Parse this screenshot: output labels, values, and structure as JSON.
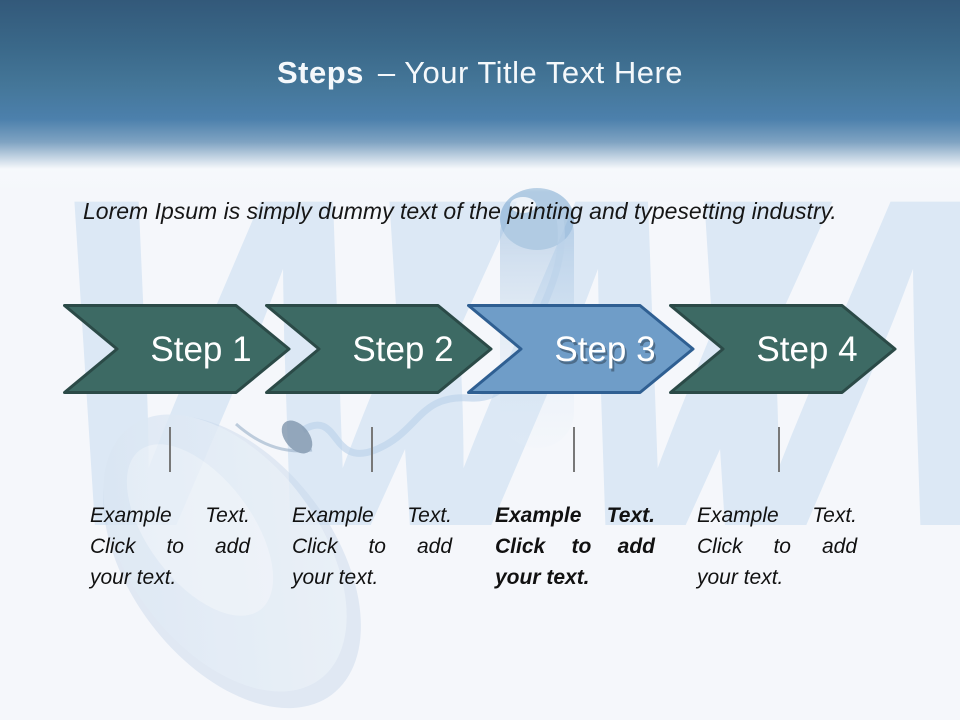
{
  "title": {
    "emphasis": "Steps",
    "rest": "– Your Title Text Here"
  },
  "intro": "Lorem Ipsum is simply dummy text of the printing and typesetting industry.",
  "watermark": {
    "letters": [
      "W",
      "W",
      "W"
    ]
  },
  "steps": [
    {
      "label": "Step 1",
      "highlighted": false,
      "desc": [
        "Example Text.",
        "Click  to add",
        "your text."
      ]
    },
    {
      "label": "Step 2",
      "highlighted": false,
      "desc": [
        "Example Text.",
        "Click  to add",
        "your text."
      ]
    },
    {
      "label": "Step 3",
      "highlighted": true,
      "desc": [
        "Example Text.",
        "Click  to add",
        "your text."
      ]
    },
    {
      "label": "Step 4",
      "highlighted": false,
      "desc": [
        "Example Text.",
        "Click  to add",
        "your text."
      ]
    }
  ],
  "colors": {
    "header_top": "#35617F",
    "header_bottom": "#4E82B0",
    "chevron_fill": "#3D6A64",
    "chevron_border": "#2B4A47",
    "highlight_fill": "#6F9DC8",
    "highlight_border": "#2F5F92",
    "title_text": "#F4F8FB",
    "step_text": "#FFFFFF",
    "connector": "#787878",
    "background": "#F5F7FB",
    "watermark_blue": "#C8DDF1"
  }
}
